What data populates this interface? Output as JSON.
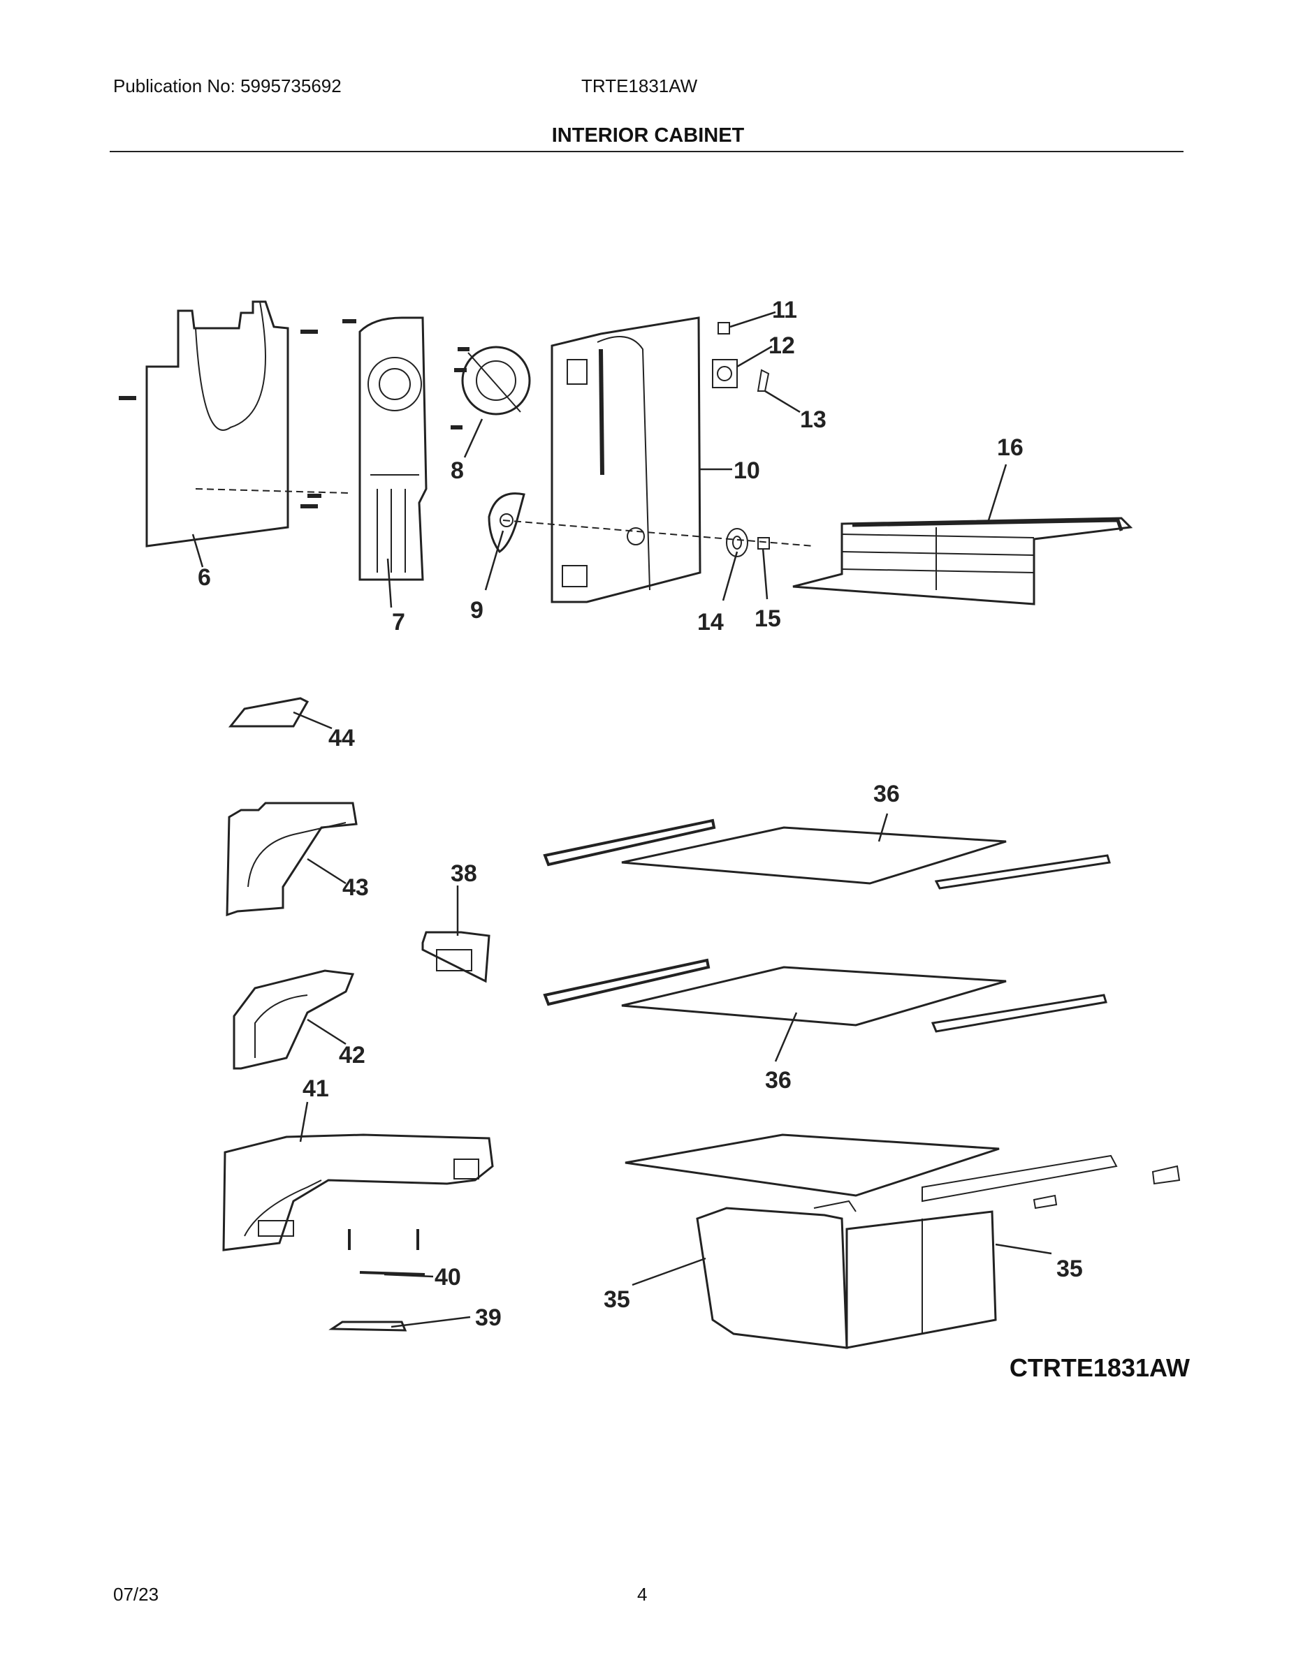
{
  "header": {
    "publication": "Publication No: 5995735692",
    "model": "TRTE1831AW",
    "title": "INTERIOR CABINET"
  },
  "callouts": [
    "6",
    "7",
    "8",
    "9",
    "10",
    "11",
    "12",
    "13",
    "14",
    "15",
    "16",
    "35",
    "35",
    "36",
    "36",
    "38",
    "39",
    "40",
    "41",
    "42",
    "43",
    "44"
  ],
  "diagram_code": "CTRTE1831AW",
  "footer": {
    "date": "07/23",
    "page": "4"
  }
}
